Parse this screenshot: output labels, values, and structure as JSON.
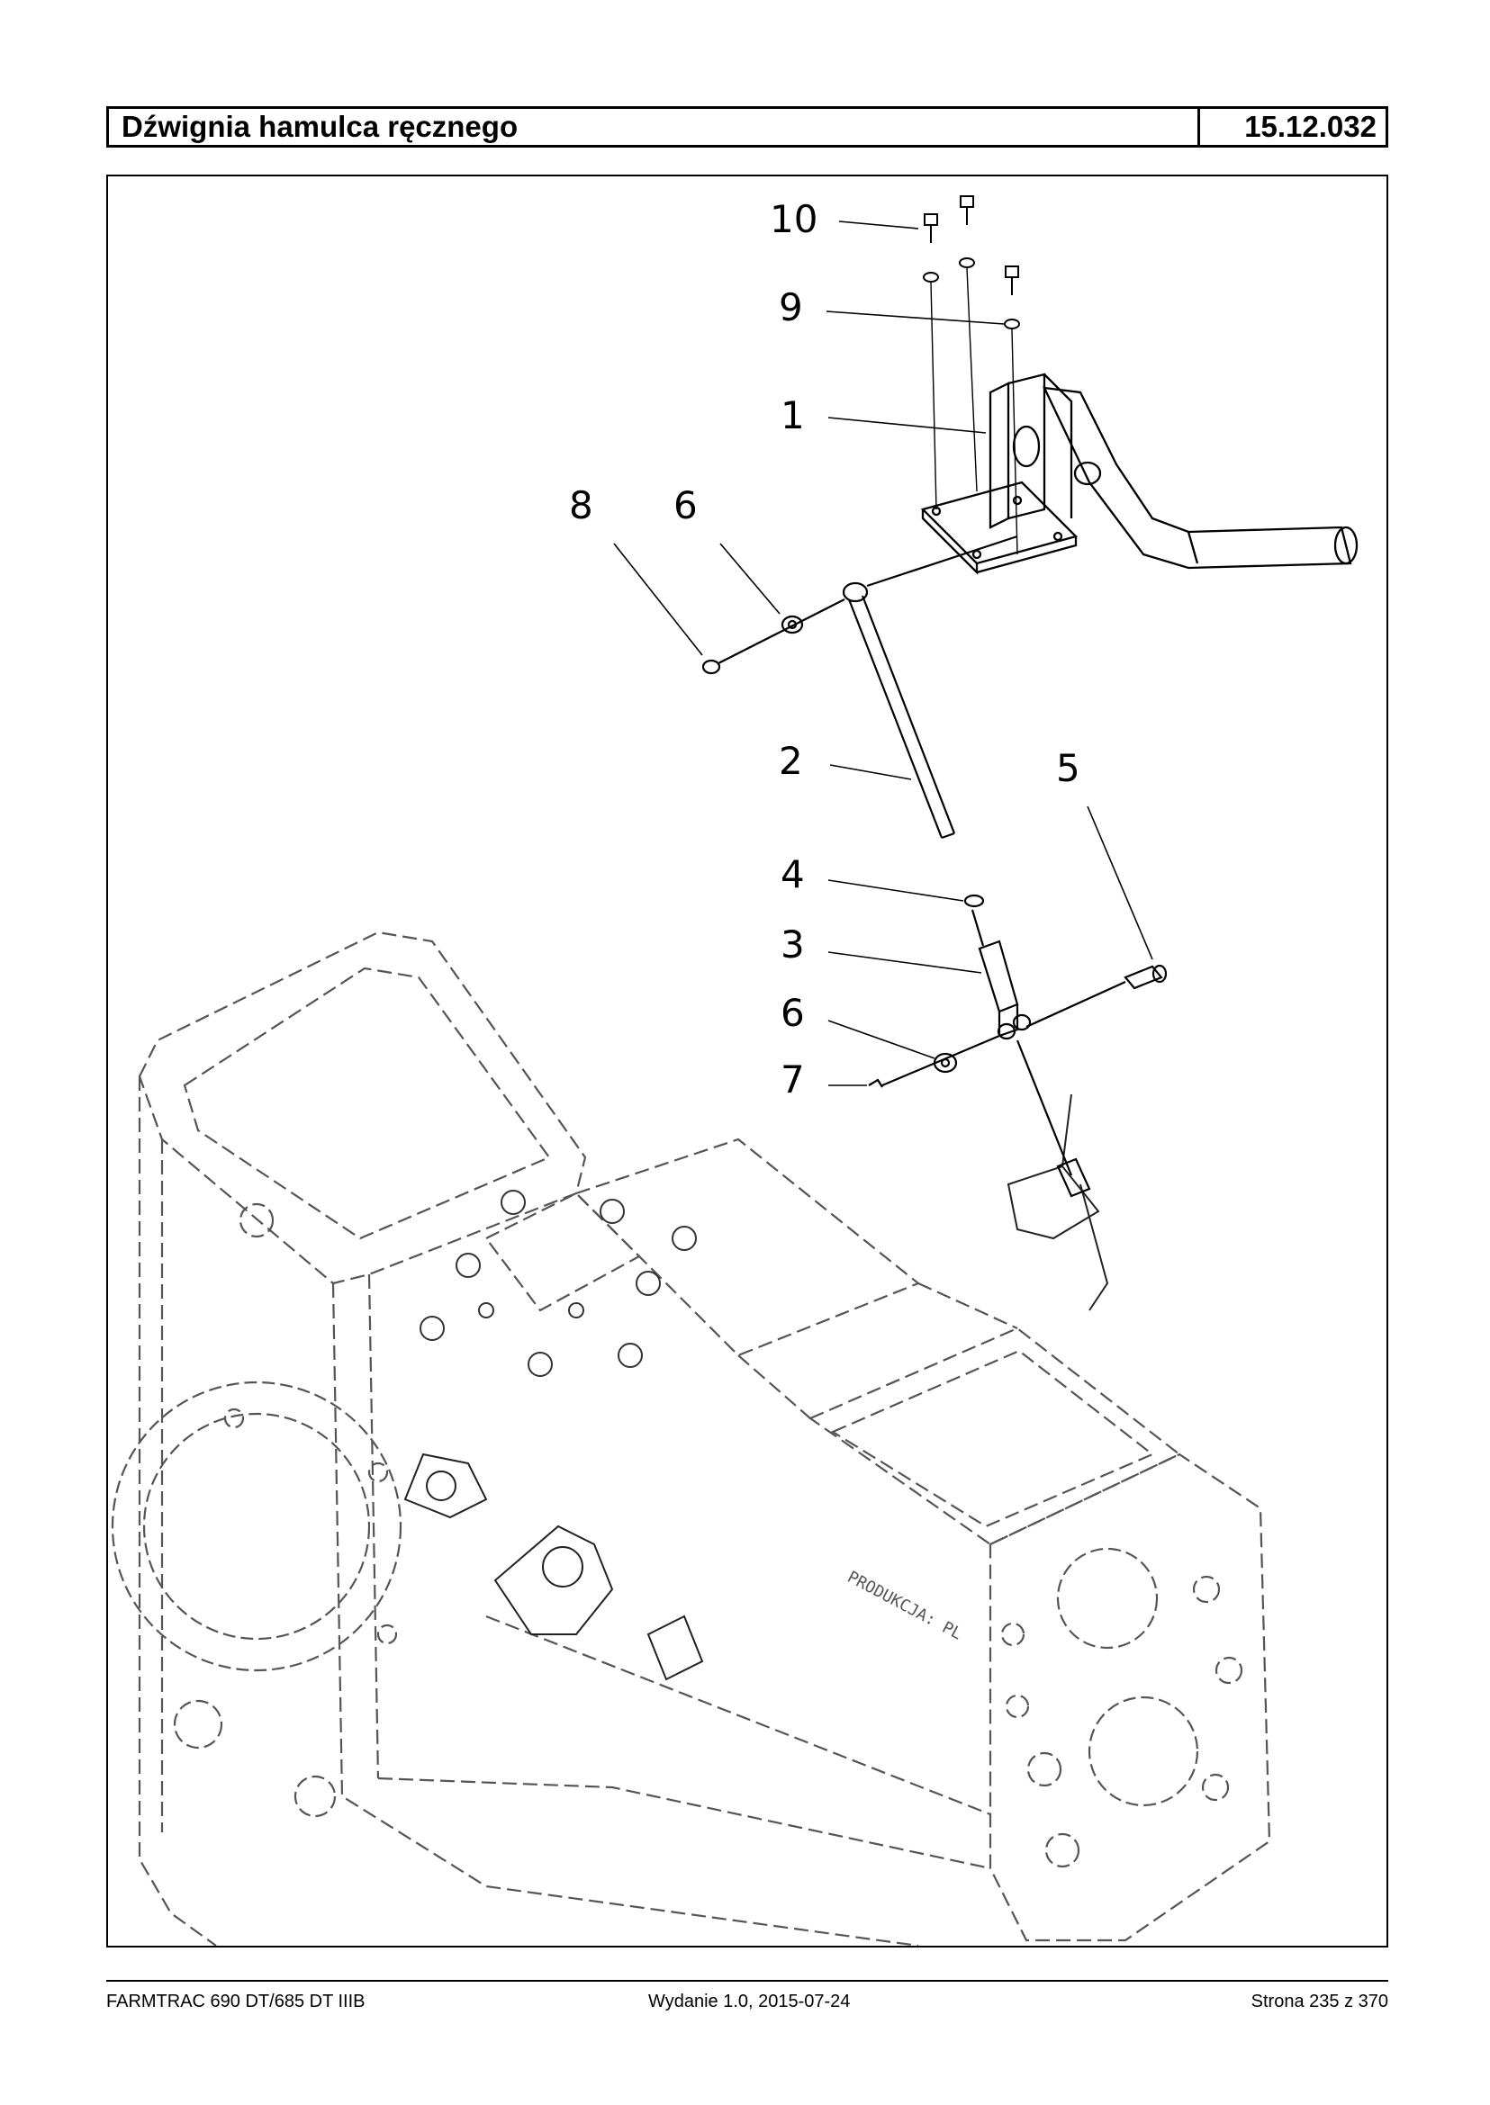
{
  "header": {
    "title": "Dźwignia hamulca ręcznego",
    "code": "15.12.032"
  },
  "figure": {
    "callouts": [
      "10",
      "9",
      "1",
      "8",
      "6",
      "2",
      "5",
      "4",
      "3",
      "6",
      "7"
    ],
    "casting_marking": "PRODUKCJA: PL"
  },
  "footer": {
    "model": "FARMTRAC 690 DT/685 DT IIIB",
    "edition": "Wydanie 1.0,  2015-07-24",
    "page": "Strona 235 z 370"
  }
}
